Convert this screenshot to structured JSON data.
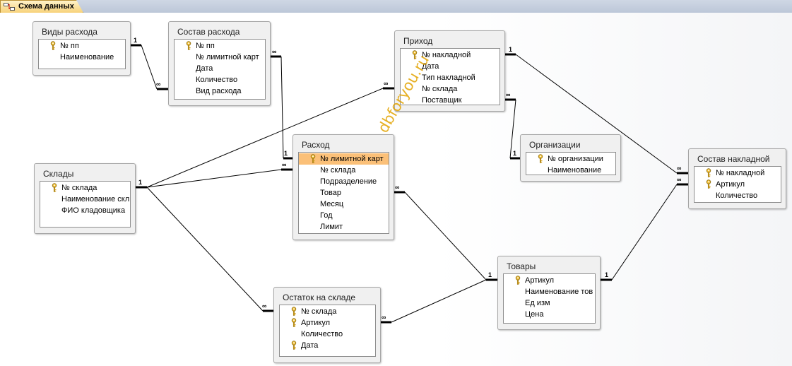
{
  "tab": {
    "label": "Схема данных"
  },
  "watermark": "dbforyou.ru",
  "tables": {
    "vidy": {
      "title": "Виды расхода",
      "fields": [
        "№ пп",
        "Наименование"
      ]
    },
    "sostav_rashoda": {
      "title": "Состав расхода",
      "fields": [
        "№ пп",
        "№ лимитной карт",
        "Дата",
        "Количество",
        "Вид расхода"
      ]
    },
    "prihod": {
      "title": "Приход",
      "fields": [
        "№ накладной",
        "Дата",
        "Тип накладной",
        "№ склада",
        "Поставщик"
      ]
    },
    "organizacii": {
      "title": "Организации",
      "fields": [
        "№ организации",
        "Наименование"
      ]
    },
    "sklady": {
      "title": "Склады",
      "fields": [
        "№ склада",
        "Наименование скл",
        "ФИО кладовщика"
      ]
    },
    "rashod": {
      "title": "Расход",
      "fields": [
        "№ лимитной карт",
        "№ склада",
        "Подразделение",
        "Товар",
        "Месяц",
        "Год",
        "Лимит"
      ]
    },
    "sostav_nakladnoy": {
      "title": "Состав накладной",
      "fields": [
        "№ накладной",
        "Артикул",
        "Количество"
      ]
    },
    "tovary": {
      "title": "Товары",
      "fields": [
        "Артикул",
        "Наименование тов",
        "Ед изм",
        "Цена"
      ]
    },
    "ostatok": {
      "title": "Остаток на складе",
      "fields": [
        "№ склада",
        "Артикул",
        "Количество",
        "Дата"
      ]
    }
  },
  "relationship_labels": {
    "one": "1",
    "many": "∞"
  }
}
